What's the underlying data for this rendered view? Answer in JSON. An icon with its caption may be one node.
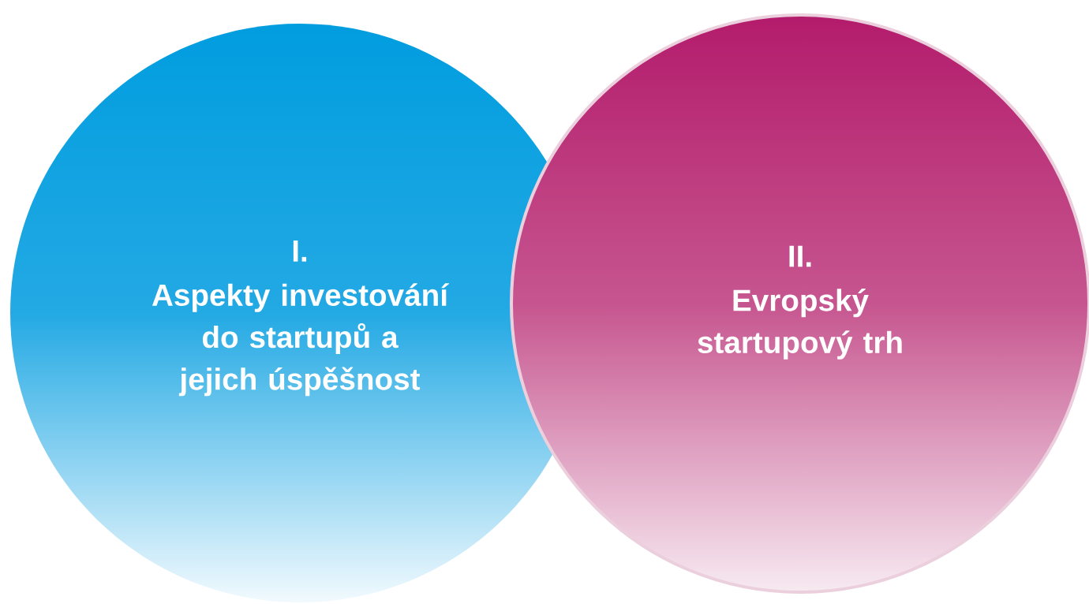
{
  "diagram": {
    "nodes": [
      {
        "text": [
          "I.",
          "Aspekty investování do startupů a jejich úspěšnost"
        ]
      },
      {
        "text": [
          "II.",
          "Evropský startupový trh"
        ]
      }
    ]
  }
}
